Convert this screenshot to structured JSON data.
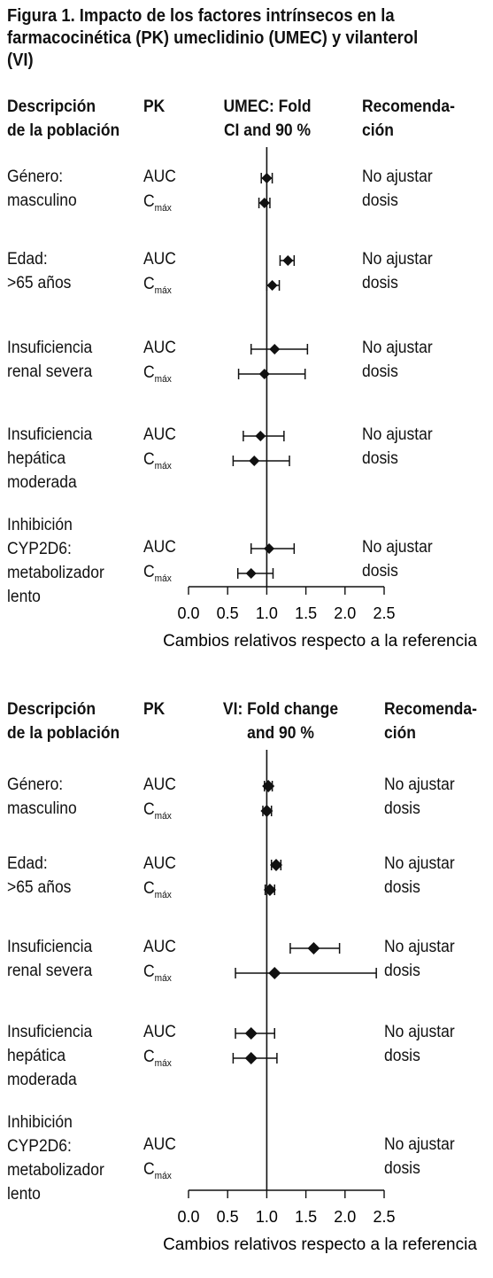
{
  "title": "Figura 1. Impacto de los factores intrínsecos en la farmacocinética (PK) umeclidinio (UMEC) y vilanterol (VI)",
  "chart_data": [
    {
      "type": "forest",
      "headers": {
        "population": [
          "Descripción",
          "de la población"
        ],
        "pk": "PK",
        "effect": [
          "UMEC: Fold",
          "CI and 90 %"
        ],
        "recommendation": [
          "Recomenda-",
          "ción"
        ]
      },
      "xlabel": "Cambios relativos respecto a la referencia",
      "xlim": [
        0,
        2.5
      ],
      "xticks": [
        "0.0",
        "0.5",
        "1.0",
        "1.5",
        "2.0",
        "2.5"
      ],
      "reference_line": 1.0,
      "groups": [
        {
          "population": [
            "Género:",
            "masculino"
          ],
          "recommendation": [
            "No ajustar",
            "dosis"
          ],
          "rows": [
            {
              "pk": "AUC",
              "estimate": 1.0,
              "lo": 0.93,
              "hi": 1.07
            },
            {
              "pk": "C",
              "pk_sub": "máx",
              "estimate": 0.97,
              "lo": 0.9,
              "hi": 1.04
            }
          ]
        },
        {
          "population": [
            "Edad:",
            ">65 años"
          ],
          "recommendation": [
            "No ajustar",
            "dosis"
          ],
          "rows": [
            {
              "pk": "AUC",
              "estimate": 1.27,
              "lo": 1.17,
              "hi": 1.35
            },
            {
              "pk": "C",
              "pk_sub": "máx",
              "estimate": 1.07,
              "lo": 1.0,
              "hi": 1.16
            }
          ]
        },
        {
          "population": [
            "Insuficiencia",
            "renal severa"
          ],
          "recommendation": [
            "No ajustar",
            "dosis"
          ],
          "rows": [
            {
              "pk": "AUC",
              "estimate": 1.1,
              "lo": 0.8,
              "hi": 1.52
            },
            {
              "pk": "C",
              "pk_sub": "máx",
              "estimate": 0.97,
              "lo": 0.64,
              "hi": 1.49
            }
          ]
        },
        {
          "population": [
            "Insuficiencia",
            "hepática",
            "moderada"
          ],
          "recommendation": [
            "No ajustar",
            "dosis"
          ],
          "rows": [
            {
              "pk": "AUC",
              "estimate": 0.92,
              "lo": 0.7,
              "hi": 1.22
            },
            {
              "pk": "C",
              "pk_sub": "máx",
              "estimate": 0.84,
              "lo": 0.57,
              "hi": 1.29
            }
          ]
        },
        {
          "population": [
            "Inhibición",
            "CYP2D6:",
            "metabolizador",
            "lento"
          ],
          "recommendation": [
            "No ajustar",
            "dosis"
          ],
          "rows": [
            {
              "pk": "AUC",
              "estimate": 1.03,
              "lo": 0.8,
              "hi": 1.35
            },
            {
              "pk": "C",
              "pk_sub": "máx",
              "estimate": 0.8,
              "lo": 0.63,
              "hi": 1.08
            }
          ]
        }
      ]
    },
    {
      "type": "forest",
      "headers": {
        "population": [
          "Descripción",
          "de la población"
        ],
        "pk": "PK",
        "effect": [
          "VI: Fold change",
          "and 90 %"
        ],
        "recommendation": [
          "Recomenda-",
          "ción"
        ]
      },
      "xlabel": "Cambios relativos respecto a la referencia",
      "xlim": [
        0,
        2.5
      ],
      "xticks": [
        "0.0",
        "0.5",
        "1.0",
        "1.5",
        "2.0",
        "2.5"
      ],
      "reference_line": 1.0,
      "groups": [
        {
          "population": [
            "Género:",
            "masculino"
          ],
          "recommendation": [
            "No ajustar",
            "dosis"
          ],
          "rows": [
            {
              "pk": "AUC",
              "estimate": 1.02,
              "lo": 0.97,
              "hi": 1.07
            },
            {
              "pk": "C",
              "pk_sub": "máx",
              "estimate": 1.0,
              "lo": 0.95,
              "hi": 1.06
            }
          ]
        },
        {
          "population": [
            "Edad:",
            ">65 años"
          ],
          "recommendation": [
            "No ajustar",
            "dosis"
          ],
          "rows": [
            {
              "pk": "AUC",
              "estimate": 1.12,
              "lo": 1.06,
              "hi": 1.18
            },
            {
              "pk": "C",
              "pk_sub": "máx",
              "estimate": 1.04,
              "lo": 0.98,
              "hi": 1.1
            }
          ]
        },
        {
          "population": [
            "Insuficiencia",
            "renal severa"
          ],
          "recommendation": [
            "No ajustar",
            "dosis"
          ],
          "rows": [
            {
              "pk": "AUC",
              "estimate": 1.6,
              "lo": 1.3,
              "hi": 1.93
            },
            {
              "pk": "C",
              "pk_sub": "máx",
              "estimate": 1.1,
              "lo": 0.6,
              "hi": 2.4
            }
          ]
        },
        {
          "population": [
            "Insuficiencia",
            "hepática",
            "moderada"
          ],
          "recommendation": [
            "No ajustar",
            "dosis"
          ],
          "rows": [
            {
              "pk": "AUC",
              "estimate": 0.8,
              "lo": 0.6,
              "hi": 1.1
            },
            {
              "pk": "C",
              "pk_sub": "máx",
              "estimate": 0.8,
              "lo": 0.57,
              "hi": 1.13
            }
          ]
        },
        {
          "population": [
            "Inhibición",
            "CYP2D6:",
            "metabolizador",
            "lento"
          ],
          "recommendation": [
            "No ajustar",
            "dosis"
          ],
          "rows": [
            {
              "pk": "AUC",
              "estimate": null,
              "lo": null,
              "hi": null
            },
            {
              "pk": "C",
              "pk_sub": "máx",
              "estimate": null,
              "lo": null,
              "hi": null
            }
          ]
        }
      ]
    }
  ]
}
